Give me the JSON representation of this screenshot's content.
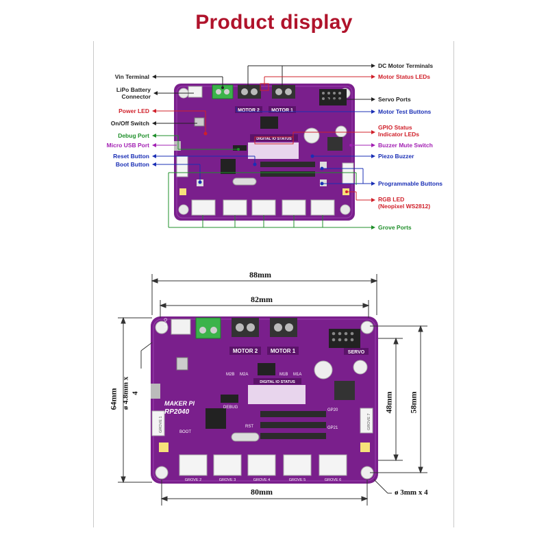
{
  "title": "Product display",
  "colors": {
    "title": "#b0132b",
    "board": "#7a1f8c",
    "board_dark": "#5b1369",
    "black_label": "#222222",
    "red_label": "#d0202a",
    "blue_label": "#1a2fb5",
    "green_label": "#1f8f2a",
    "purple_label": "#a21fb3"
  },
  "callouts_left": [
    {
      "text": "Vin Terminal",
      "color": "#222222"
    },
    {
      "text": "LiPo Battery\nConnector",
      "color": "#222222"
    },
    {
      "text": "Power LED",
      "color": "#d0202a"
    },
    {
      "text": "On/Off Switch",
      "color": "#222222"
    },
    {
      "text": "Debug Port",
      "color": "#1f8f2a"
    },
    {
      "text": "Micro USB Port",
      "color": "#a21fb3"
    },
    {
      "text": "Reset Button",
      "color": "#1a2fb5"
    },
    {
      "text": "Boot Button",
      "color": "#1a2fb5"
    }
  ],
  "callouts_right": [
    {
      "text": "DC Motor Terminals",
      "color": "#222222"
    },
    {
      "text": "Motor Status LEDs",
      "color": "#d0202a"
    },
    {
      "text": "Servo Ports",
      "color": "#222222"
    },
    {
      "text": "Motor Test Buttons",
      "color": "#1a2fb5"
    },
    {
      "text": "GPIO Status\nIndicator LEDs",
      "color": "#d0202a"
    },
    {
      "text": "Buzzer Mute Switch",
      "color": "#a21fb3"
    },
    {
      "text": "Piezo Buzzer",
      "color": "#1a2fb5"
    },
    {
      "text": "Programmable Buttons",
      "color": "#1a2fb5"
    },
    {
      "text": "RGB LED\n(Neopixel WS2812)",
      "color": "#d0202a"
    },
    {
      "text": "Grove Ports",
      "color": "#1f8f2a"
    }
  ],
  "board_labels": {
    "motor1": "MOTOR 1",
    "motor2": "MOTOR 2",
    "digital_io": "DIGITAL IO STATUS",
    "maker_pi": "MAKER PI",
    "rp2040": "RP2040",
    "debug": "DEBUG",
    "servo": "SERVO",
    "grove_labels": [
      "GROVE 2",
      "GROVE 3",
      "GROVE 4",
      "GROVE 5",
      "GROVE 6"
    ],
    "lipo": "LIPO",
    "grove1": "GROVE 1",
    "grove7": "GROVE 7",
    "m1a": "M1A",
    "m1b": "M1B",
    "m2a": "M2A",
    "m2b": "M2B",
    "gp20": "GP20",
    "gp21": "GP21",
    "rst": "RST",
    "boot": "BOOT"
  },
  "dimensions": {
    "width_outer": "88mm",
    "width_inner": "82mm",
    "width_holes": "80mm",
    "height_outer": "64mm",
    "height_inner": "58mm",
    "height_holes": "48mm",
    "mount_hole_left": "ø 4.8mm x\n4",
    "mount_hole_right": "ø 3mm x 4"
  }
}
